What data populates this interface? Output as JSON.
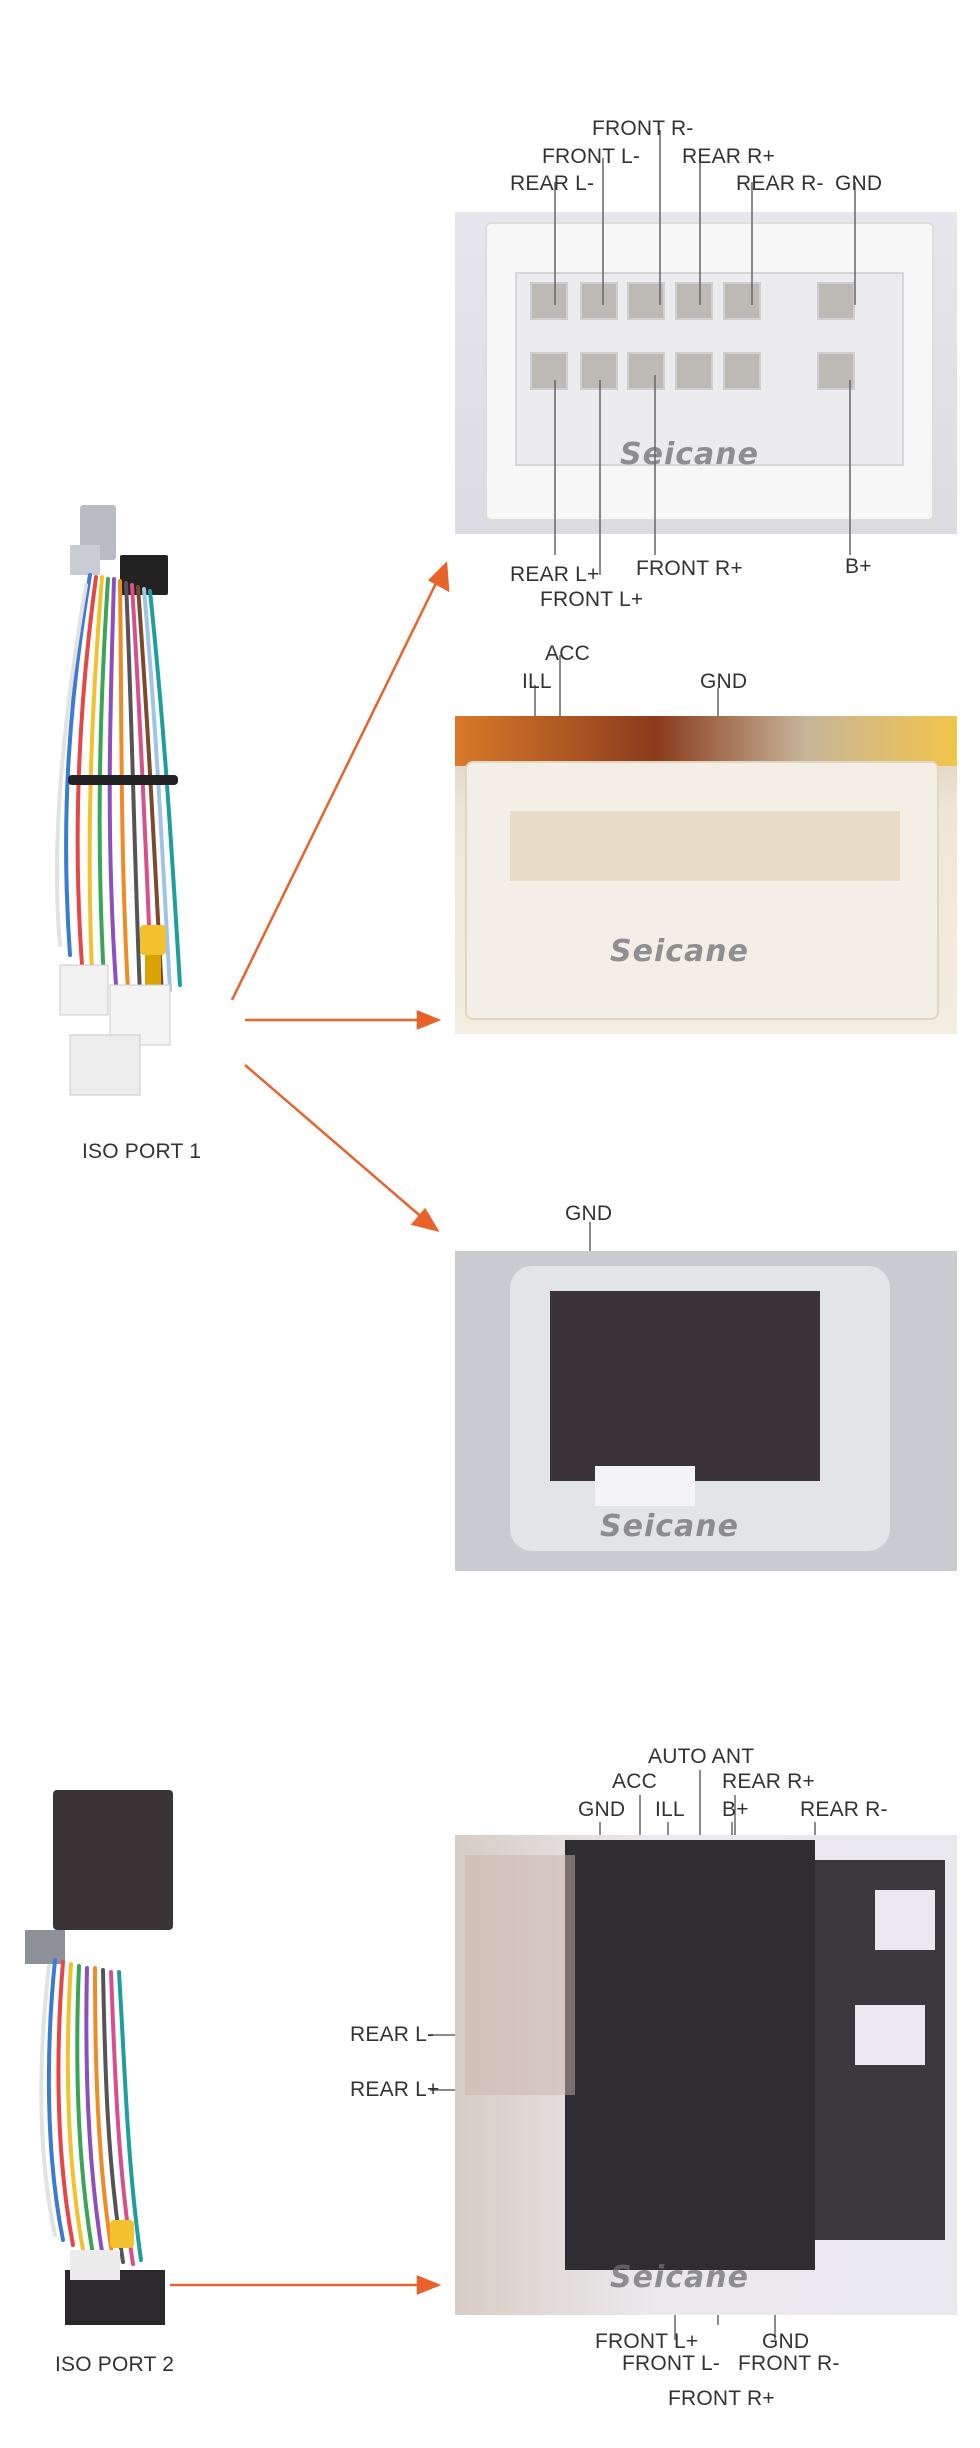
{
  "watermark": "Seicane",
  "ports": [
    {
      "label": "ISO PORT  1"
    },
    {
      "label": "ISO PORT  2"
    }
  ],
  "connector1": {
    "labels": [
      "FRONT R-",
      "FRONT L-",
      "REAR R+",
      "REAR L-",
      "REAR R-",
      "GND",
      "REAR L+",
      "FRONT L+",
      "FRONT R+",
      "B+"
    ]
  },
  "connector2": {
    "labels": [
      "ACC",
      "ILL",
      "GND"
    ]
  },
  "connector3": {
    "labels": [
      "GND"
    ]
  },
  "connector4": {
    "labels": [
      "AUTO ANT",
      "ACC",
      "REAR R+",
      "GND",
      "ILL",
      "B+",
      "REAR R-",
      "REAR L-",
      "REAR L+",
      "FRONT L+",
      "GND",
      "FRONT L-",
      "FRONT R-",
      "FRONT R+"
    ]
  },
  "colors": {
    "arrow": "#e8622a",
    "leader": "#666666"
  }
}
